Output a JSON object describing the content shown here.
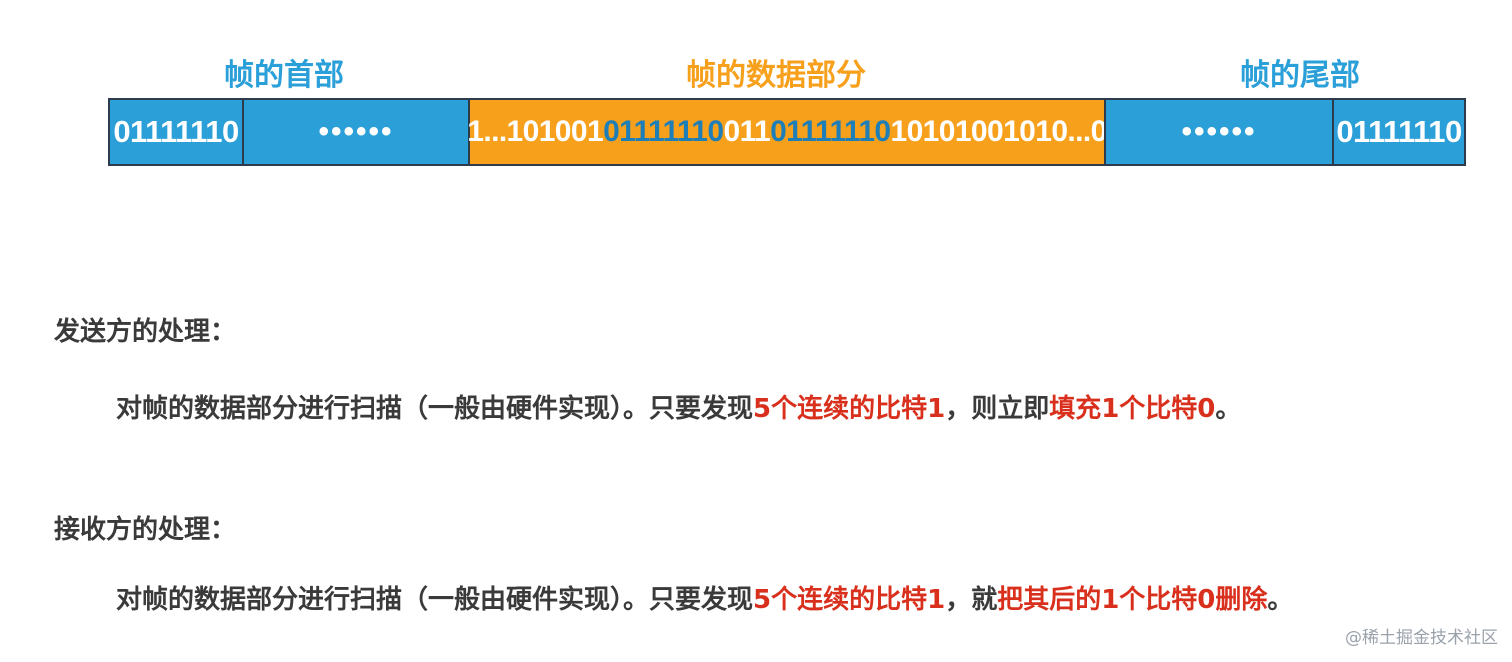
{
  "labels": {
    "header": "帧的首部",
    "data": "帧的数据部分",
    "trailer": "帧的尾部"
  },
  "frame": {
    "start_flag": "01111110",
    "header_ellipsis": "••••••",
    "data_parts": [
      "1...101001",
      "01111110",
      "011",
      "01111110",
      "10101001010...0"
    ],
    "trailer_ellipsis": "••••••",
    "end_flag": "01111110"
  },
  "sender": {
    "heading": "发送方的处理：",
    "text_1": "对帧的数据部分进行扫描（一般由硬件实现）。只要发现",
    "highlight_1": "5个连续的比特1",
    "text_2": "，则立即",
    "highlight_2": "填充1个比特0",
    "text_3": "。"
  },
  "receiver": {
    "heading": "接收方的处理：",
    "text_1": "对帧的数据部分进行扫描（一般由硬件实现）。只要发现",
    "highlight_1": "5个连续的比特1",
    "text_2": "，就",
    "highlight_2": "把其后的1个比特0删除",
    "text_3": "。"
  },
  "watermark": "@稀土掘金技术社区",
  "colors": {
    "blue": "#2a9fd8",
    "orange": "#f7a01c",
    "label_blue": "#2a9fd8",
    "label_orange": "#f7a01c",
    "highlight_red": "#d9301d",
    "stuffed_bits": "#1e7fb8"
  }
}
